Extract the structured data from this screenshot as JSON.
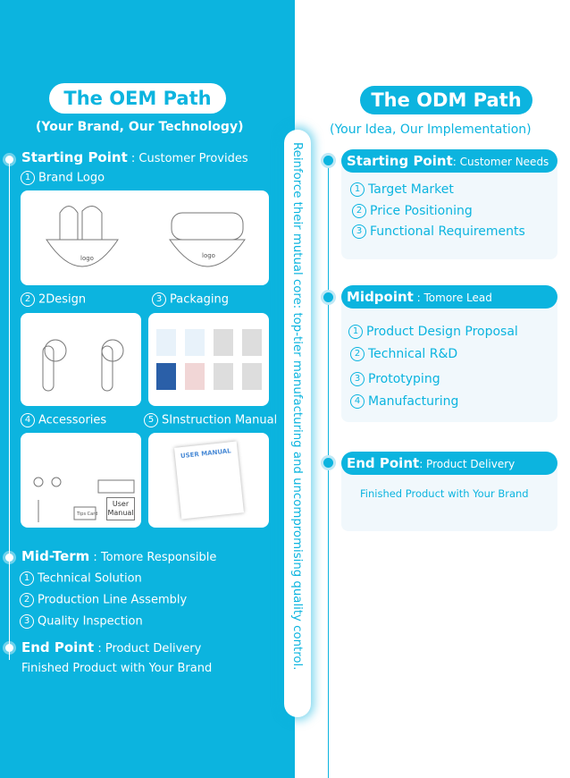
{
  "oem": {
    "title": "The OEM Path",
    "subtitle": "(Your Brand, Our Technology)",
    "start_label": "Starting Point",
    "start_desc": "Customer Provides",
    "provides": [
      {
        "num": "1",
        "label": "Brand Logo"
      },
      {
        "num": "2",
        "label": "2Design"
      },
      {
        "num": "3",
        "label": "Packaging"
      },
      {
        "num": "4",
        "label": "Accessories"
      },
      {
        "num": "5",
        "label": "SInstruction Manual"
      }
    ],
    "logo_text": "logo",
    "manual_title": "USER MANUAL",
    "tips_card": "Tips Card",
    "user_manual": "User Manual",
    "mid_label": "Mid-Term",
    "mid_desc": "Tomore Responsible",
    "mid_items": [
      {
        "num": "1",
        "label": "Technical Solution"
      },
      {
        "num": "2",
        "label": "Production Line Assembly"
      },
      {
        "num": "3",
        "label": "Quality Inspection"
      }
    ],
    "end_label": "End Point",
    "end_desc": "Product Delivery",
    "end_text": "Finished Product with Your Brand"
  },
  "banner": "Reinforce their mutual core: top-tier manufacturing and uncompromising quality control.",
  "odm": {
    "title": "The ODM Path",
    "subtitle": "(Your Idea, Our Implementation)",
    "start_label": "Starting Point",
    "start_desc": "Customer Needs",
    "start_items": [
      {
        "num": "1",
        "label": "Target Market"
      },
      {
        "num": "2",
        "label": "Price Positioning"
      },
      {
        "num": "3",
        "label": "Functional Requirements"
      }
    ],
    "mid_label": "Midpoint",
    "mid_desc": "Tomore Lead",
    "mid_items": [
      {
        "num": "1",
        "label": "Product Design Proposal"
      },
      {
        "num": "2",
        "label": "Technical R&D"
      },
      {
        "num": "3",
        "label": "Prototyping"
      },
      {
        "num": "4",
        "label": "Manufacturing"
      }
    ],
    "end_label": "End Point",
    "end_desc": "Product Delivery",
    "end_text": "Finished Product with Your Brand"
  },
  "colors": {
    "accent": "#0cb4df"
  }
}
